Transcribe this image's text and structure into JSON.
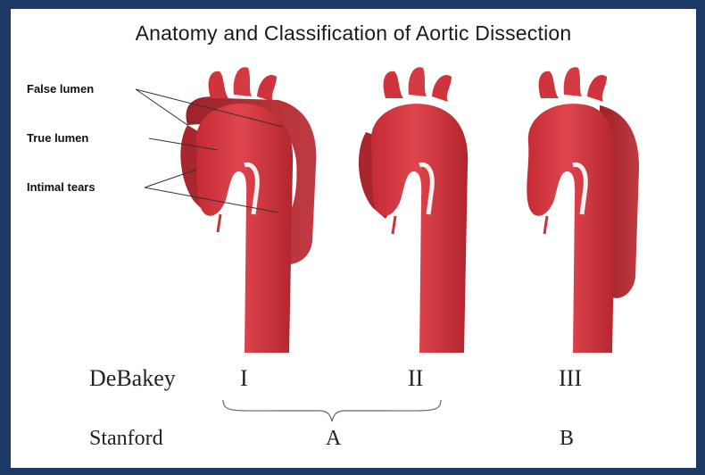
{
  "title": "Anatomy and Classification of Aortic Dissection",
  "callouts": {
    "false_lumen": "False lumen",
    "true_lumen": "True lumen",
    "intimal_tears": "Intimal tears"
  },
  "classification": {
    "debakey_label": "DeBakey",
    "debakey_types": [
      "I",
      "II",
      "III"
    ],
    "stanford_label": "Stanford",
    "stanford_types": [
      "A",
      "B"
    ]
  },
  "colors": {
    "frame": "#1d3a66",
    "aorta": "#d6363f",
    "aorta_dark": "#a7222b",
    "false_lumen": "#b9363d"
  }
}
